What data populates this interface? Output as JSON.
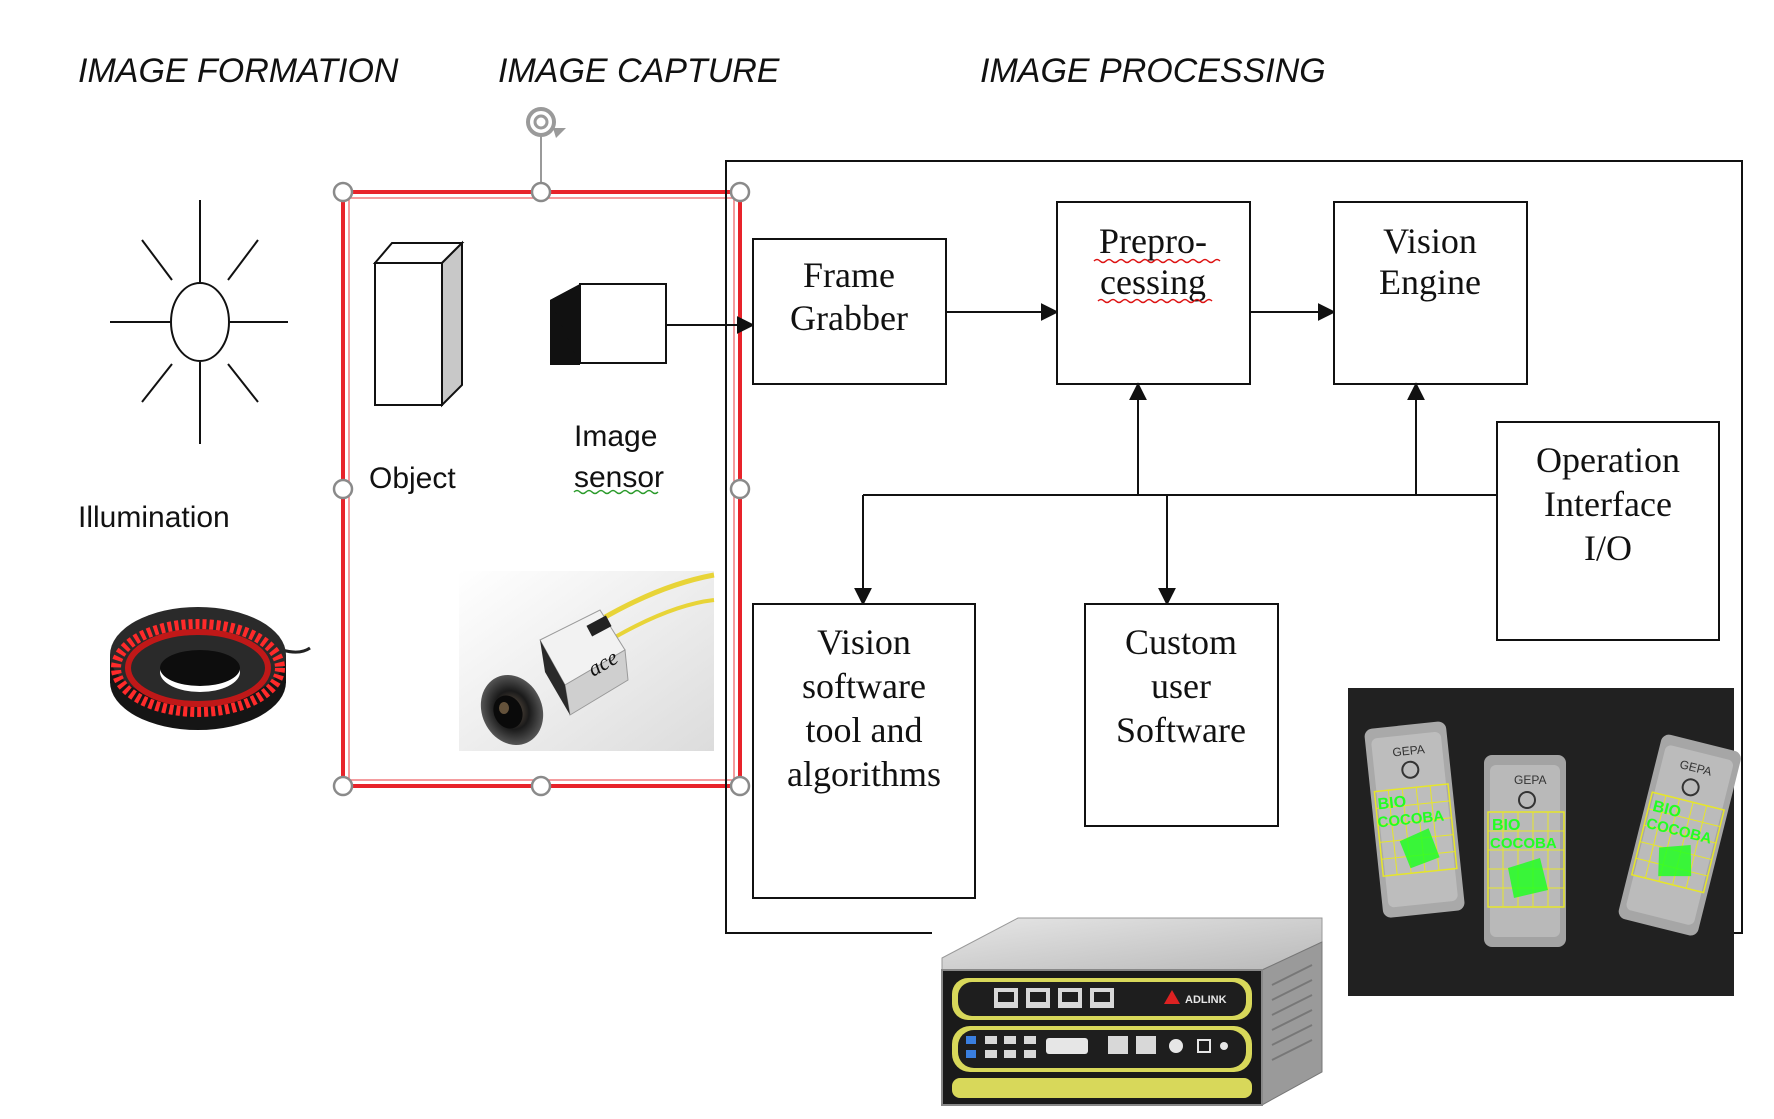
{
  "headings": {
    "formation": "IMAGE FORMATION",
    "capture": "IMAGE CAPTURE",
    "processing": "IMAGE PROCESSING"
  },
  "labels": {
    "illumination": "Illumination",
    "object": "Object",
    "image_sensor_1": "Image",
    "image_sensor_2": "sensor"
  },
  "blocks": {
    "frame_grabber": [
      "Frame",
      "Grabber"
    ],
    "preprocessing": [
      "Prepro-",
      "cessing"
    ],
    "vision_engine": [
      "Vision",
      "Engine"
    ],
    "operation_interface": [
      "Operation",
      "Interface",
      "I/O"
    ],
    "vision_software": [
      "Vision",
      "software",
      "tool and",
      "algorithms"
    ],
    "custom_software": [
      "Custom",
      "user",
      "Software"
    ]
  },
  "photos": {
    "camera_text": "ace",
    "pc_brand": "ADLINK",
    "pouch_brand": "GEPA",
    "pouch_text_1": "BIO",
    "pouch_text_2": "COCOBA"
  },
  "colors": {
    "selection": "#e8232a",
    "ring_led": "#ff2a2a",
    "detection": "#22ff22",
    "grid": "#e6e62a"
  }
}
